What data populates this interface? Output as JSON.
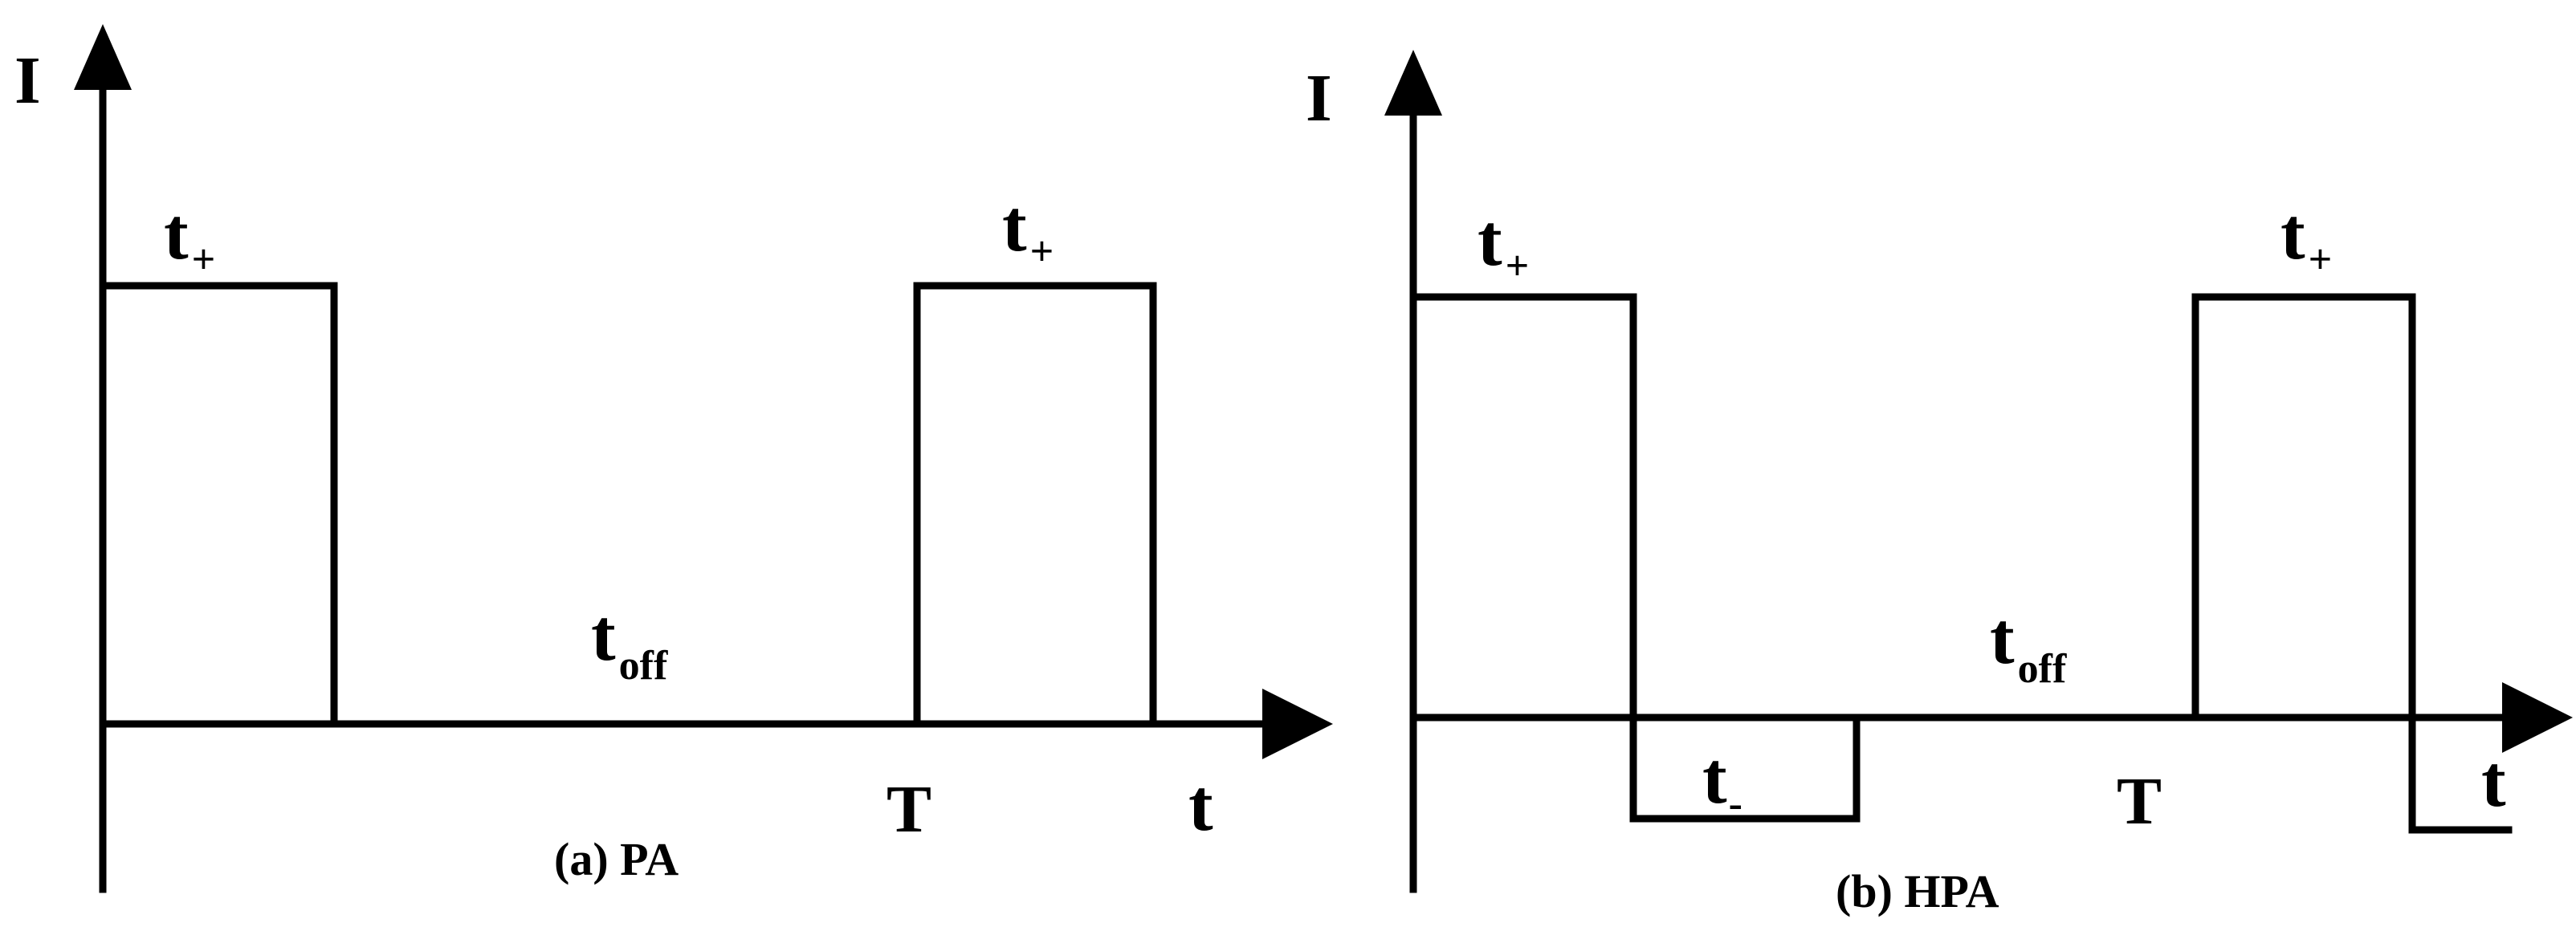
{
  "panel_a": {
    "axis_y_label": "I",
    "axis_x_label": "t",
    "pulse_1_label": {
      "main": "t",
      "sub": "+"
    },
    "pulse_2_label": {
      "main": "t",
      "sub": "+"
    },
    "off_label": {
      "main": "t",
      "sub": "off"
    },
    "period_label": "T",
    "caption": "(a) PA"
  },
  "panel_b": {
    "axis_y_label": "I",
    "axis_x_label": "t",
    "pulse_1_label": {
      "main": "t",
      "sub": "+"
    },
    "pulse_2_label": {
      "main": "t",
      "sub": "+"
    },
    "negative_label": {
      "main": "t",
      "sub": "-"
    },
    "off_label": {
      "main": "t",
      "sub": "off"
    },
    "period_label": "T",
    "caption": "(b) HPA"
  }
}
